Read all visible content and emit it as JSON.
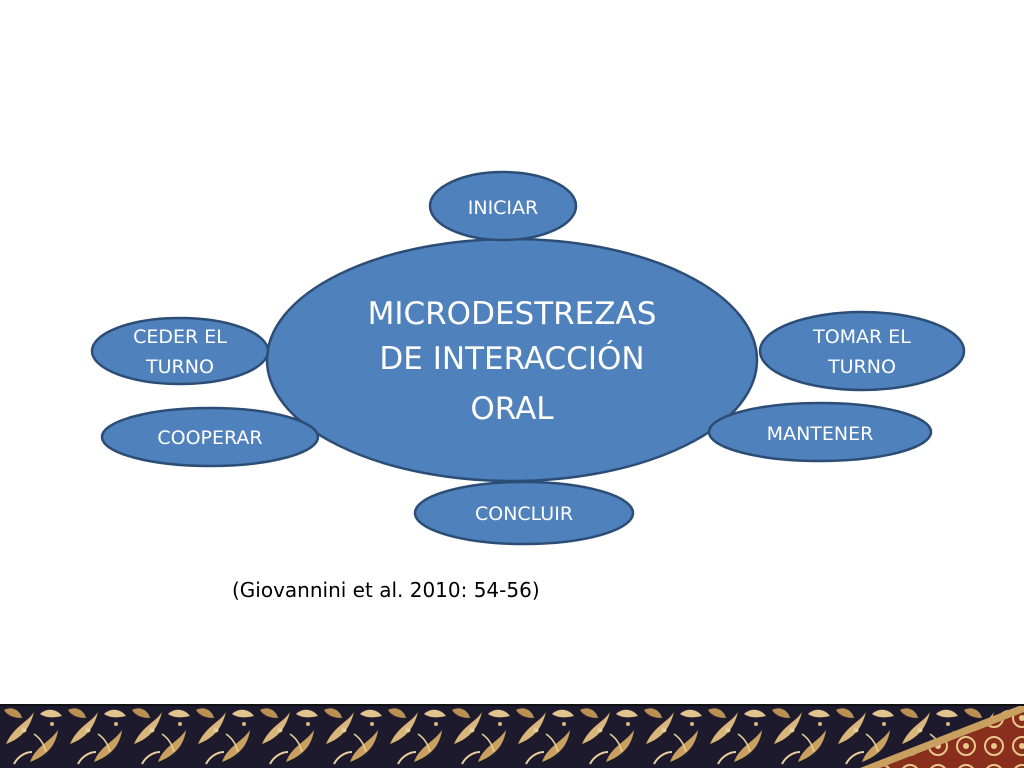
{
  "diagram": {
    "center": {
      "line1": "MICRODESTREZAS",
      "line2": "DE INTERACCIÓN",
      "line3": "ORAL"
    },
    "nodes": {
      "iniciar": "INICIAR",
      "tomar_line1": "TOMAR EL",
      "tomar_line2": "TURNO",
      "mantener": "MANTENER",
      "concluir": "CONCLUIR",
      "cooperar": "COOPERAR",
      "ceder_line1": "CEDER EL",
      "ceder_line2": "TURNO"
    }
  },
  "citation": "(Giovannini et al. 2010: 54-56)",
  "colors": {
    "node_fill": "#4F81BD",
    "node_stroke": "#2C4D75",
    "text": "#FFFFFF",
    "footer_dark": "#1E1A2E",
    "footer_leaf": "#D9B77A"
  }
}
